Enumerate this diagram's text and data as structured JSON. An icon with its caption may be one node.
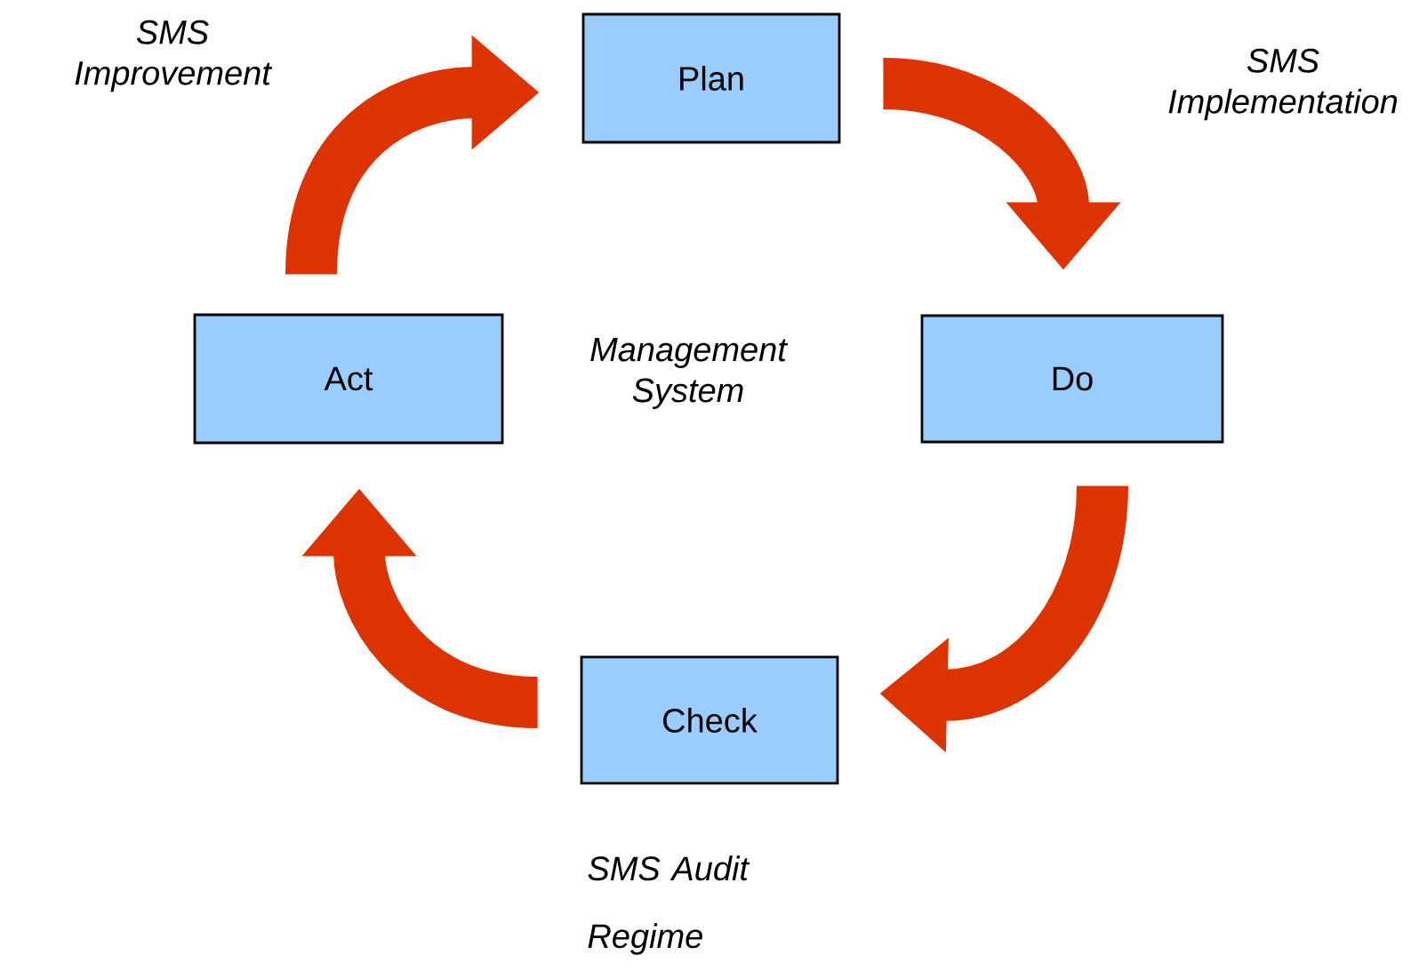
{
  "diagram": {
    "nodes": [
      {
        "text": [
          "Plan"
        ]
      },
      {
        "text": [
          "Do"
        ]
      },
      {
        "text": [
          "Check"
        ],
        "beside": [
          "SMS Audit Regime"
        ]
      },
      {
        "text": [
          "Act"
        ]
      }
    ],
    "edges": [
      {
        "from": 3,
        "to": 0,
        "arrow": "to",
        "label": "SMS Improvement"
      },
      {
        "from": 0,
        "to": 1,
        "arrow": "to",
        "label": "SMS Implementation"
      },
      {
        "from": 1,
        "to": 2,
        "arrow": "to"
      },
      {
        "from": 2,
        "to": 3,
        "arrow": "to"
      }
    ],
    "labels": [
      "Management System"
    ]
  }
}
